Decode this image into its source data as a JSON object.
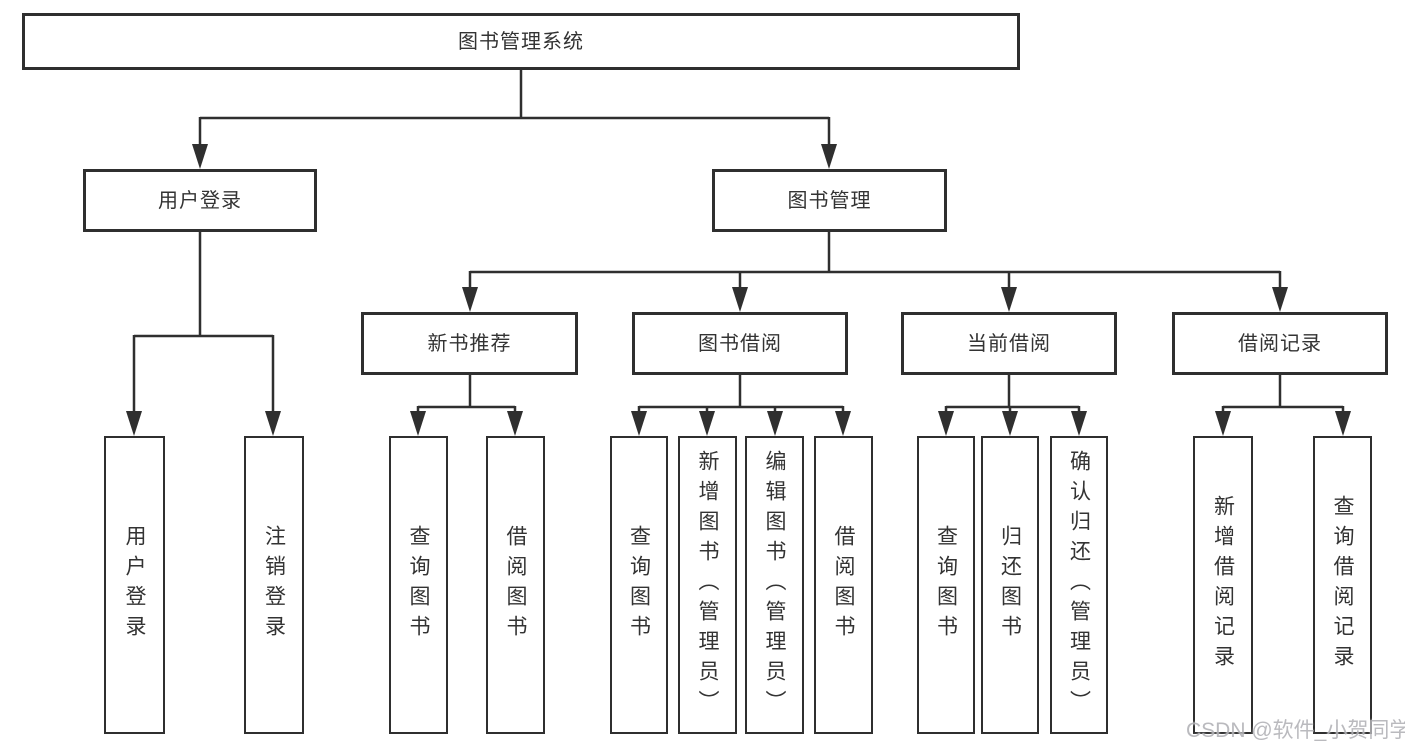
{
  "diagram": {
    "root": {
      "label": "图书管理系统"
    },
    "branches": [
      {
        "label": "用户登录",
        "children": [
          {
            "label": "用户登录"
          },
          {
            "label": "注销登录"
          }
        ]
      },
      {
        "label": "图书管理",
        "groups": [
          {
            "label": "新书推荐",
            "children": [
              {
                "label": "查询图书"
              },
              {
                "label": "借阅图书"
              }
            ]
          },
          {
            "label": "图书借阅",
            "children": [
              {
                "label": "查询图书"
              },
              {
                "label": "新增图书（管理员）"
              },
              {
                "label": "编辑图书（管理员）"
              },
              {
                "label": "借阅图书"
              }
            ]
          },
          {
            "label": "当前借阅",
            "children": [
              {
                "label": "查询图书"
              },
              {
                "label": "归还图书"
              },
              {
                "label": "确认归还（管理员）"
              }
            ]
          },
          {
            "label": "借阅记录",
            "children": [
              {
                "label": "新增借阅记录"
              },
              {
                "label": "查询借阅记录"
              }
            ]
          }
        ]
      }
    ]
  },
  "watermark": {
    "text": "CSDN @软件_小贺同学"
  },
  "colors": {
    "line": "#2f2f2f",
    "box_border": "#2f2f2f",
    "text": "#333333",
    "watermark": "#b3b3b8",
    "background": "#ffffff"
  }
}
